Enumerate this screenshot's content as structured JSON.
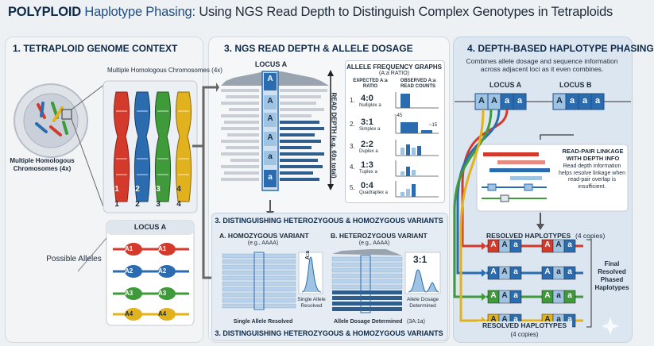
{
  "title": {
    "part1": "POLYPLOID",
    "part2": "Haplotype Phasing:",
    "part3": "Using NGS Read Depth to Distinguish Complex Genotypes in Tetraploids"
  },
  "panel1": {
    "heading": "1. TETRAPLOID GENOME CONTEXT",
    "homologs_top": "Multiple Homologous Chromosomes (4x)",
    "homologs_side": "Multiple Homologous Chromosomes (4x)",
    "chromosome_numbers": [
      "1",
      "2",
      "3",
      "4"
    ],
    "locus_title": "LOCUS A",
    "possible_alleles": "Possible Alleles",
    "alleles": [
      "A1",
      "A2",
      "A3",
      "A4"
    ]
  },
  "panel2": {
    "heading": "3. NGS READ DEPTH & ALLELE DOSAGE",
    "locus": "LOCUS A",
    "read_depth_axis": "READ DEPTH (e.g. 60x total)",
    "column_bases": [
      "A",
      "A",
      "A",
      "A",
      "a",
      "a"
    ],
    "freq_title": "ALLELE FREQUENCY GRAPHS",
    "freq_subtitle": "(A:a RATIO)",
    "col_expected": "EXPECTED A:a RATIO",
    "col_observed": "OBSERVED A:a READ COUNTS",
    "rows": [
      {
        "num": "1.",
        "ratio": "4:0",
        "name": "Nulliplex a"
      },
      {
        "num": "2.",
        "ratio": "3:1",
        "name": "Simplex a"
      },
      {
        "num": "3.",
        "ratio": "2:2",
        "name": "Duplex a"
      },
      {
        "num": "4.",
        "ratio": "1:3",
        "name": "Tuplex a"
      },
      {
        "num": "5.",
        "ratio": "0:4",
        "name": "Quadraplex a"
      }
    ],
    "simplex_counts": [
      "~45",
      "~15"
    ]
  },
  "panel3": {
    "heading": "3. DISTINGUISHING HETEROZYGOUS & HOMOZYGOUS VARIANTS",
    "a_title": "A. HOMOZYGOUS VARIANT",
    "a_eg": "(e.g., AAAA)",
    "a_axis": "A:a",
    "a_peak": "Single Allele Resolved",
    "a_caption": "Single Allele Resolved",
    "b_title": "B. HETEROZYGOUS VARIANT",
    "b_eg": "(e.g., AAAA)",
    "b_ratio": "3:1",
    "b_peak": "Allele Dosage Determined",
    "b_caption": "Allele Dosage Determined",
    "b_caption_ratio": "(3A:1a)",
    "footer": "3. DISTINGUISHING HETEROZYGOUS & HOMOZYGOUS VARIANTS"
  },
  "panel4": {
    "heading": "4. DEPTH-BASED HAPLOTYPE PHASING",
    "intro": "Combines allele dosage and sequence information across adjacent loci as it even combines.",
    "locus_a": "LOCUS A",
    "locus_b": "LOCUS B",
    "locus_a_alleles": [
      "A",
      "A",
      "a",
      "a"
    ],
    "locus_b_alleles": [
      "A",
      "a",
      "a",
      "a"
    ],
    "linkage_title": "READ-PAIR LINKAGE WITH DEPTH INFO",
    "linkage_text": "Read depth information helps resolve linkage when read-pair overlap is insufficient.",
    "resolved_title": "RESOLVED HAPLOTYPES",
    "resolved_count": "(4 copies)",
    "haplotypes": [
      {
        "a": [
          "A",
          "A",
          "a"
        ],
        "b": [
          "A",
          "A",
          "a"
        ]
      },
      {
        "a": [
          "A",
          "A",
          "a"
        ],
        "b": [
          "A",
          "a",
          "a"
        ]
      },
      {
        "a": [
          "A",
          "A",
          "a"
        ],
        "b": [
          "A",
          "a",
          "a"
        ]
      },
      {
        "a": [
          "A",
          "A",
          "a"
        ],
        "b": [
          "A",
          "a",
          "a"
        ]
      }
    ],
    "final_label": "Final Resolved Phased Haplotypes",
    "bottom_title": "RESOLVED HAPLOTYPES",
    "bottom_count": "(4 copies)"
  },
  "colors": {
    "red": "#d33a2c",
    "blue": "#2b6cb0",
    "green": "#3f9a3a",
    "yellow": "#e2b21e",
    "navy": "#0d2a4a",
    "light_blue": "#9fc3e3"
  }
}
